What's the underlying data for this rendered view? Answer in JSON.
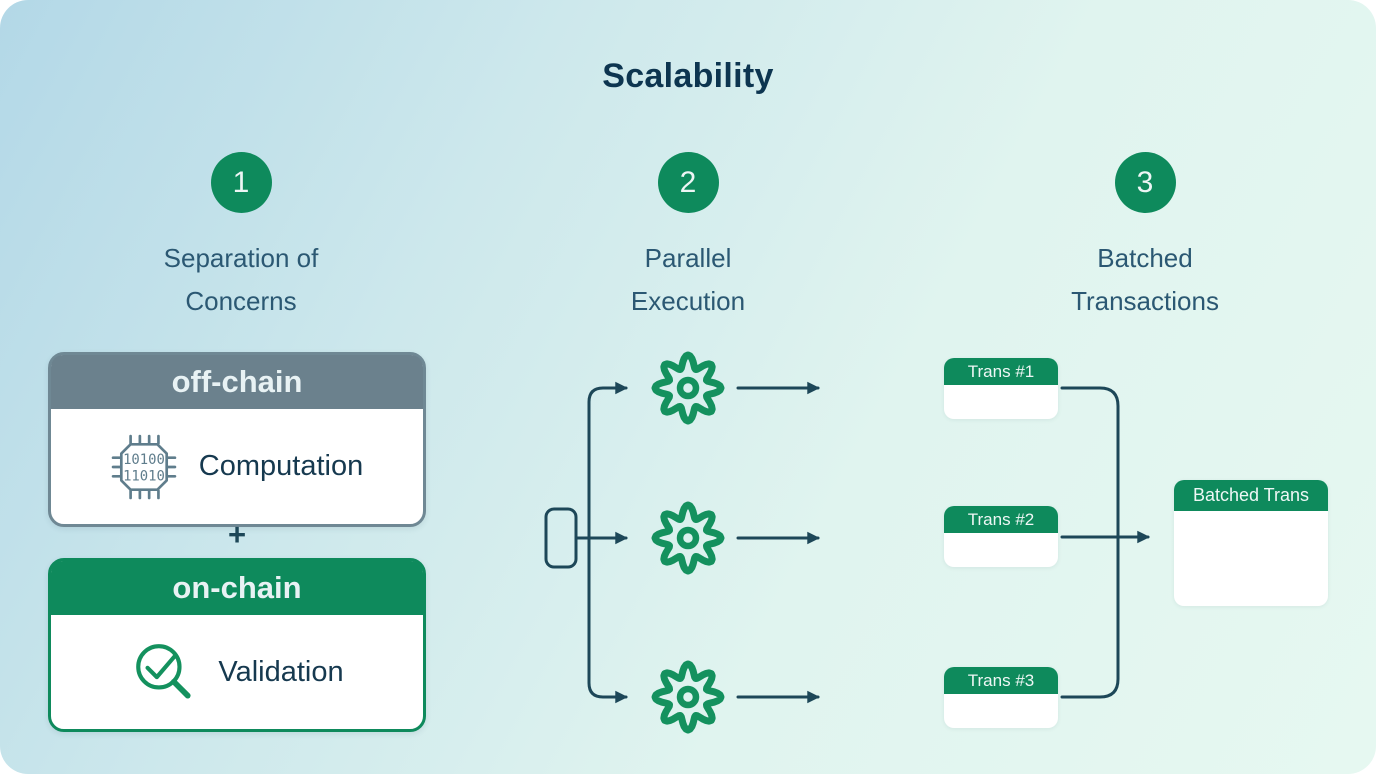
{
  "title": "Scalability",
  "steps": [
    {
      "number": "1",
      "label_line1": "Separation of",
      "label_line2": "Concerns"
    },
    {
      "number": "2",
      "label_line1": "Parallel",
      "label_line2": "Execution"
    },
    {
      "number": "3",
      "label_line1": "Batched",
      "label_line2": "Transactions"
    }
  ],
  "separation": {
    "off_chain": {
      "header": "off-chain",
      "body": "Computation",
      "chip_lines": [
        "10100",
        "11010"
      ]
    },
    "plus": "+",
    "on_chain": {
      "header": "on-chain",
      "body": "Validation"
    }
  },
  "batched": {
    "transactions": [
      {
        "label": "Trans #1"
      },
      {
        "label": "Trans #2"
      },
      {
        "label": "Trans #3"
      }
    ],
    "result": {
      "label": "Batched Trans"
    }
  },
  "icons": {
    "chip": "chip-icon",
    "magnifier_check": "magnifier-check-icon",
    "gear": "gear-icon"
  },
  "colors": {
    "green": "#0e8a5c",
    "gear_green": "#14915e",
    "slate_gray": "#6b818d",
    "navy_line": "#1d4758",
    "title_navy": "#0d3550",
    "label_slate": "#2b5873",
    "bg_top_left": "#b3d8e7",
    "bg_bottom_right": "#e6f8f1"
  }
}
